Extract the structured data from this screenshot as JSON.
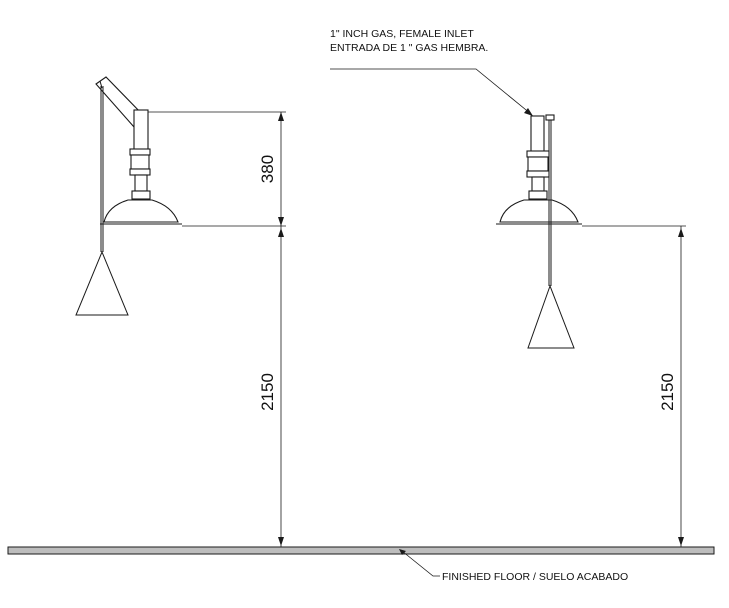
{
  "callouts": {
    "inlet_line1": "1\" INCH GAS, FEMALE INLET",
    "inlet_line2": "ENTRADA DE 1 \" GAS HEMBRA.",
    "floor": "FINISHED FLOOR / SUELO ACABADO"
  },
  "dimensions": {
    "left_head": "380",
    "left_height": "2150",
    "right_height": "2150"
  },
  "colors": {
    "line": "#1a1a1a",
    "floor_fill": "#bdbdbd"
  }
}
